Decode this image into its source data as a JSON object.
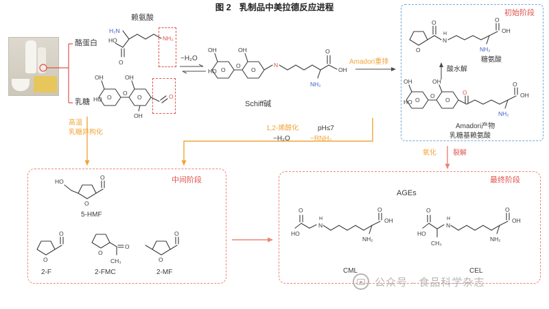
{
  "colors": {
    "red": "#e0524a",
    "orange": "#f2a43a",
    "blue_box": "#6fa8dc",
    "atom_blue": "#3f5fc0",
    "arrow_pink": "#ee8376",
    "watermark_gray": "#a8a8a8"
  },
  "source": {
    "casein": "酪蛋白",
    "lactose": "乳糖"
  },
  "reaction": {
    "lysine": "赖氨酸",
    "minus_h2o_top": "−H₂O",
    "schiff_base": "Schiff碱",
    "amadori_rearrangement": "Amadori重排",
    "high_temp": "高温",
    "lactose_isomerization": "乳糖异构化",
    "enolization": "1,2-烯醇化",
    "ph_condition": "pH≤7",
    "minus_h2o": "−H₂O",
    "minus_rnh2": "−RNH₂",
    "oxidation": "氧化",
    "cleavage": "裂解"
  },
  "initial_stage": {
    "title": "初始阶段",
    "sugar_amino_acid": "糖氨酸",
    "acid_hydrolysis": "酸水解",
    "amadori_product": "Amadori产物",
    "lactulosyllysine": "乳糖基赖氨酸"
  },
  "intermediate_stage": {
    "title": "中间阶段",
    "hmf": "5-HMF",
    "f": "2-F",
    "fmc": "2-FMC",
    "mf": "2-MF"
  },
  "final_stage": {
    "title": "最终阶段",
    "ages": "AGEs",
    "cml": "CML",
    "cel": "CEL"
  },
  "caption": {
    "fig": "图 2",
    "title": "乳制品中美拉德反应进程"
  },
  "watermark": {
    "text": "公众号 · 食品科学杂志"
  },
  "atoms": {
    "lysine": {
      "h2n": "H₂N",
      "ho": "HO",
      "o": "O",
      "nh2": "NH₂"
    },
    "lactose": {
      "oh1": "OH",
      "ho": "HO",
      "o_ring1": "O",
      "o_bridge": "O",
      "oh2": "OH",
      "o_ring2": "O",
      "oh3": "OH",
      "o_red": "O"
    },
    "schiff": {
      "oh1": "OH",
      "ho": "HO",
      "o_ring1": "O",
      "o_bridge": "O",
      "oh2": "OH",
      "o_ring2": "O",
      "n": "N",
      "o": "O",
      "oh3": "OH",
      "nh2": "NH₂"
    },
    "furosine": {
      "o_ring": "O",
      "o1": "O",
      "h": "H",
      "n": "N",
      "nh2": "NH₂",
      "o2": "O",
      "oh": "OH"
    },
    "amadori": {
      "oh1": "OH",
      "ho": "HO",
      "o_ring1": "O",
      "o_bridge": "O",
      "oh2": "OH",
      "o_ring2": "O",
      "o_red": "O",
      "nh2": "NH₂",
      "o": "O",
      "oh3": "OH"
    },
    "hmf": {
      "ho": "HO",
      "o_ring": "O",
      "o": "O"
    },
    "f": {
      "o_ring": "O",
      "o": "O"
    },
    "fmc": {
      "o_ring": "O",
      "o": "O",
      "ch3": "CH₃"
    },
    "mf": {
      "o_ring": "O",
      "o": "O"
    },
    "cml": {
      "o1": "O",
      "ho": "HO",
      "h": "H",
      "n": "N",
      "nh2": "NH₂",
      "o2": "O",
      "oh": "OH"
    },
    "cel": {
      "o1": "O",
      "ho": "HO",
      "ch3": "CH₃",
      "h": "H",
      "n": "N",
      "nh2": "NH₂",
      "o2": "O",
      "oh": "OH"
    }
  }
}
